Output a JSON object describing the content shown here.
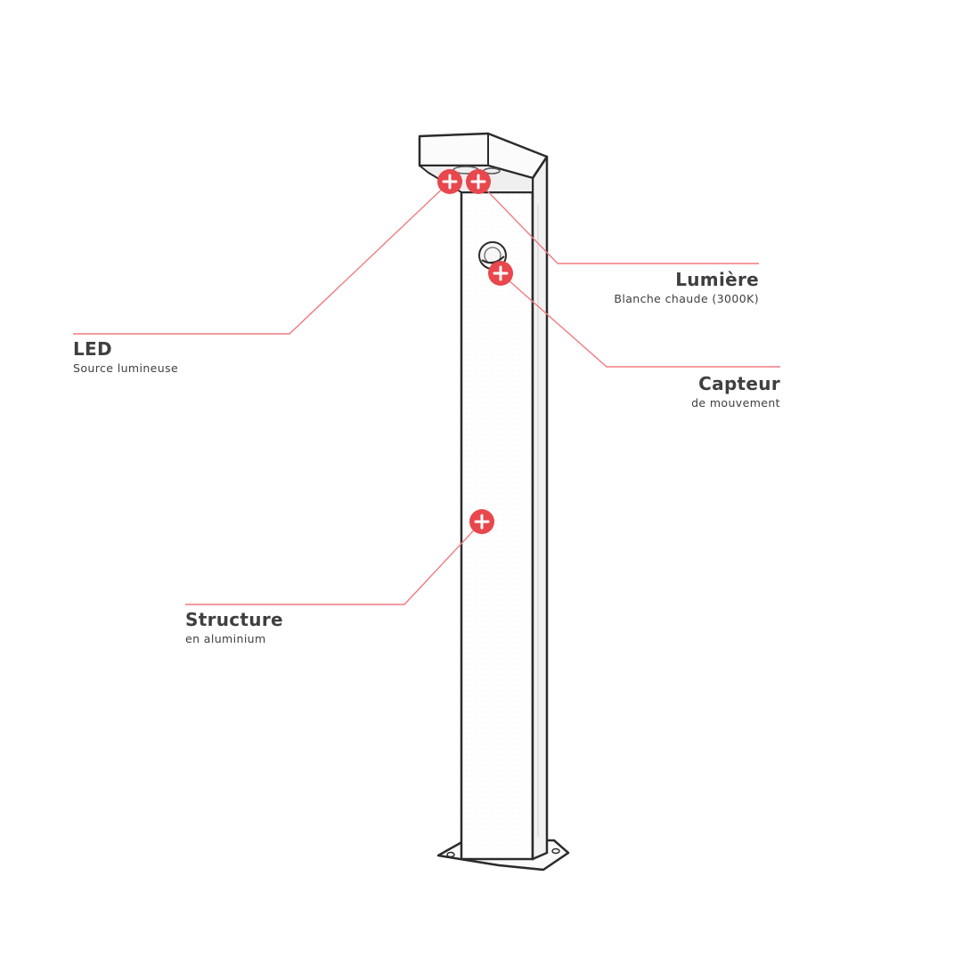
{
  "colors": {
    "accent": "#e8474d",
    "line": "#f07c80",
    "ink": "#2b2b2b",
    "text": "#3f3f3f"
  },
  "hotspot_icon": "plus-icon",
  "annotations": {
    "led": {
      "title": "LED",
      "subtitle": "Source lumineuse"
    },
    "lumiere": {
      "title": "Lumière",
      "subtitle": "Blanche chaude (3000K)"
    },
    "capteur": {
      "title": "Capteur",
      "subtitle": "de mouvement"
    },
    "structure": {
      "title": "Structure",
      "subtitle": "en aluminium"
    }
  }
}
